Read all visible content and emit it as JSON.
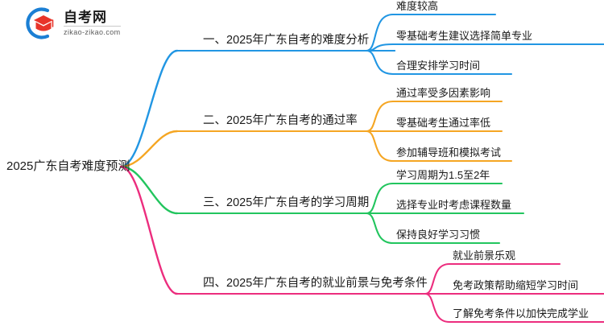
{
  "logo": {
    "title": "自考网",
    "subtitle": "zikao-zikao.com",
    "mark_name": "zikao-logo-icon",
    "arc_color": "#1b7fd4",
    "cap_color": "#e8342a"
  },
  "mindmap": {
    "root": {
      "label": "2025广东自考难度预测"
    },
    "branches": [
      {
        "index": "1",
        "label": "一、2025年广东自考的难度分析",
        "color": "#2196e3",
        "leaves": [
          {
            "label": "难度较高"
          },
          {
            "label": "零基础考生建议选择简单专业"
          },
          {
            "label": "合理安排学习时间"
          }
        ]
      },
      {
        "index": "2",
        "label": "二、2025年广东自考的通过率",
        "color": "#f5a623",
        "leaves": [
          {
            "label": "通过率受多因素影响"
          },
          {
            "label": "零基础考生通过率低"
          },
          {
            "label": "参加辅导班和模拟考试"
          }
        ]
      },
      {
        "index": "3",
        "label": "三、2025年广东自考的学习周期",
        "color": "#22c55e",
        "leaves": [
          {
            "label": "学习周期为1.5至2年"
          },
          {
            "label": "选择专业时考虑课程数量"
          },
          {
            "label": "保持良好学习习惯"
          }
        ]
      },
      {
        "index": "4",
        "label": "四、2025年广东自考的就业前景与免考条件",
        "color": "#ec2d7e",
        "leaves": [
          {
            "label": "就业前景乐观"
          },
          {
            "label": "免考政策帮助缩短学习时间"
          },
          {
            "label": "了解免考条件以加快完成学业"
          }
        ]
      }
    ]
  }
}
